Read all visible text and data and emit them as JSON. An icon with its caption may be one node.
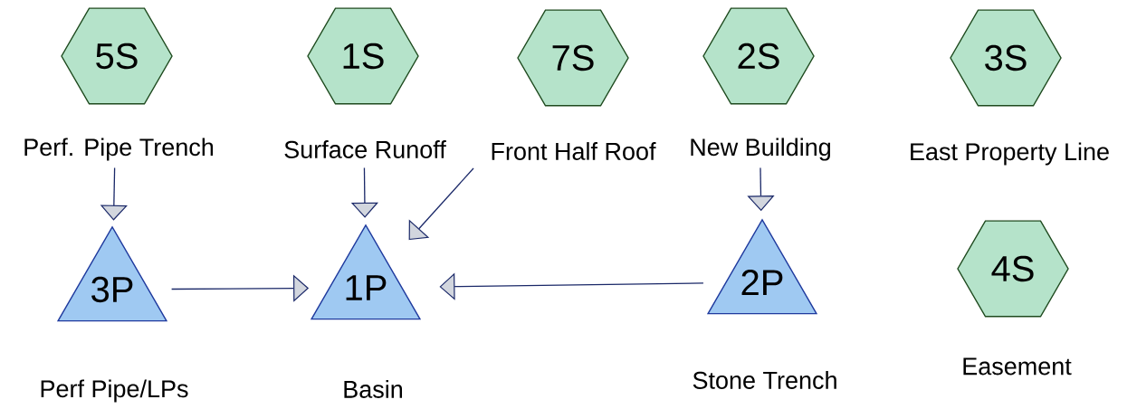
{
  "diagram": {
    "nodes": [
      {
        "text": [
          "5S"
        ],
        "beside": [
          "Perf. Pipe Trench"
        ]
      },
      {
        "text": [
          "1S"
        ],
        "beside": [
          "Surface Runoff"
        ]
      },
      {
        "text": [
          "7S"
        ],
        "beside": [
          "Front Half Roof"
        ]
      },
      {
        "text": [
          "2S"
        ],
        "beside": [
          "New Building"
        ]
      },
      {
        "text": [
          "3S"
        ],
        "beside": [
          "East Property Line"
        ]
      },
      {
        "text": [
          "3P"
        ],
        "beside": [
          "Perf Pipe/LPs"
        ]
      },
      {
        "text": [
          "1P"
        ],
        "beside": [
          "Basin"
        ]
      },
      {
        "text": [
          "2P"
        ],
        "beside": [
          "Stone Trench"
        ]
      },
      {
        "text": [
          "4S"
        ],
        "beside": [
          "Easement"
        ]
      }
    ],
    "edges": [
      {
        "from": 0,
        "to": 5,
        "arrow": "to"
      },
      {
        "from": 1,
        "to": 6,
        "arrow": "to"
      },
      {
        "from": 2,
        "to": 6,
        "arrow": "to"
      },
      {
        "from": 3,
        "to": 7,
        "arrow": "to"
      },
      {
        "from": 5,
        "to": 6,
        "arrow": "to"
      },
      {
        "from": 7,
        "to": 6,
        "arrow": "to"
      }
    ]
  }
}
